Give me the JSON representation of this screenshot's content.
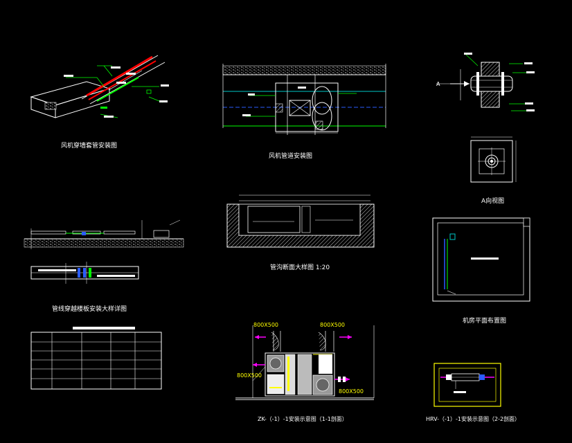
{
  "colors": {
    "background": "#000000",
    "white": "#ffffff",
    "green": "#00ff00",
    "yellow": "#ffff00",
    "red": "#ff0000",
    "cyan": "#00c8c8",
    "blue": "#2a5cff",
    "magenta": "#ff00ff"
  },
  "labels": {
    "dim_800x500_top_left": "800X500",
    "dim_800x500_top_right": "800X500",
    "dim_800x500_side": "800X500",
    "dim_800x500_bottom": "800X500",
    "arrow_a": "A"
  },
  "panels": [
    {
      "id": "wall-pipe-3d",
      "title": "风机穿墙套管安装图"
    },
    {
      "id": "fan-pipe-section",
      "title": "风机管道安装图"
    },
    {
      "id": "wall-sleeve-detail",
      "title": ""
    },
    {
      "id": "a-view",
      "title": "A向视图"
    },
    {
      "id": "trench-section",
      "title": "管沟断面大样图",
      "scale": "1:20"
    },
    {
      "id": "floor-layout",
      "title": "管线穿越楼板安装大样详图"
    },
    {
      "id": "room-plan",
      "title": "机房平面布置图"
    },
    {
      "id": "equipment-table",
      "title": "设备一览表规格表"
    },
    {
      "id": "ahu-elevation",
      "title": "ZK-（-1）-1安装示意图（1-1剖面）"
    },
    {
      "id": "hrv-elevation",
      "title": "HRV-（-1）-1安装示意图（2-2剖面）"
    }
  ]
}
